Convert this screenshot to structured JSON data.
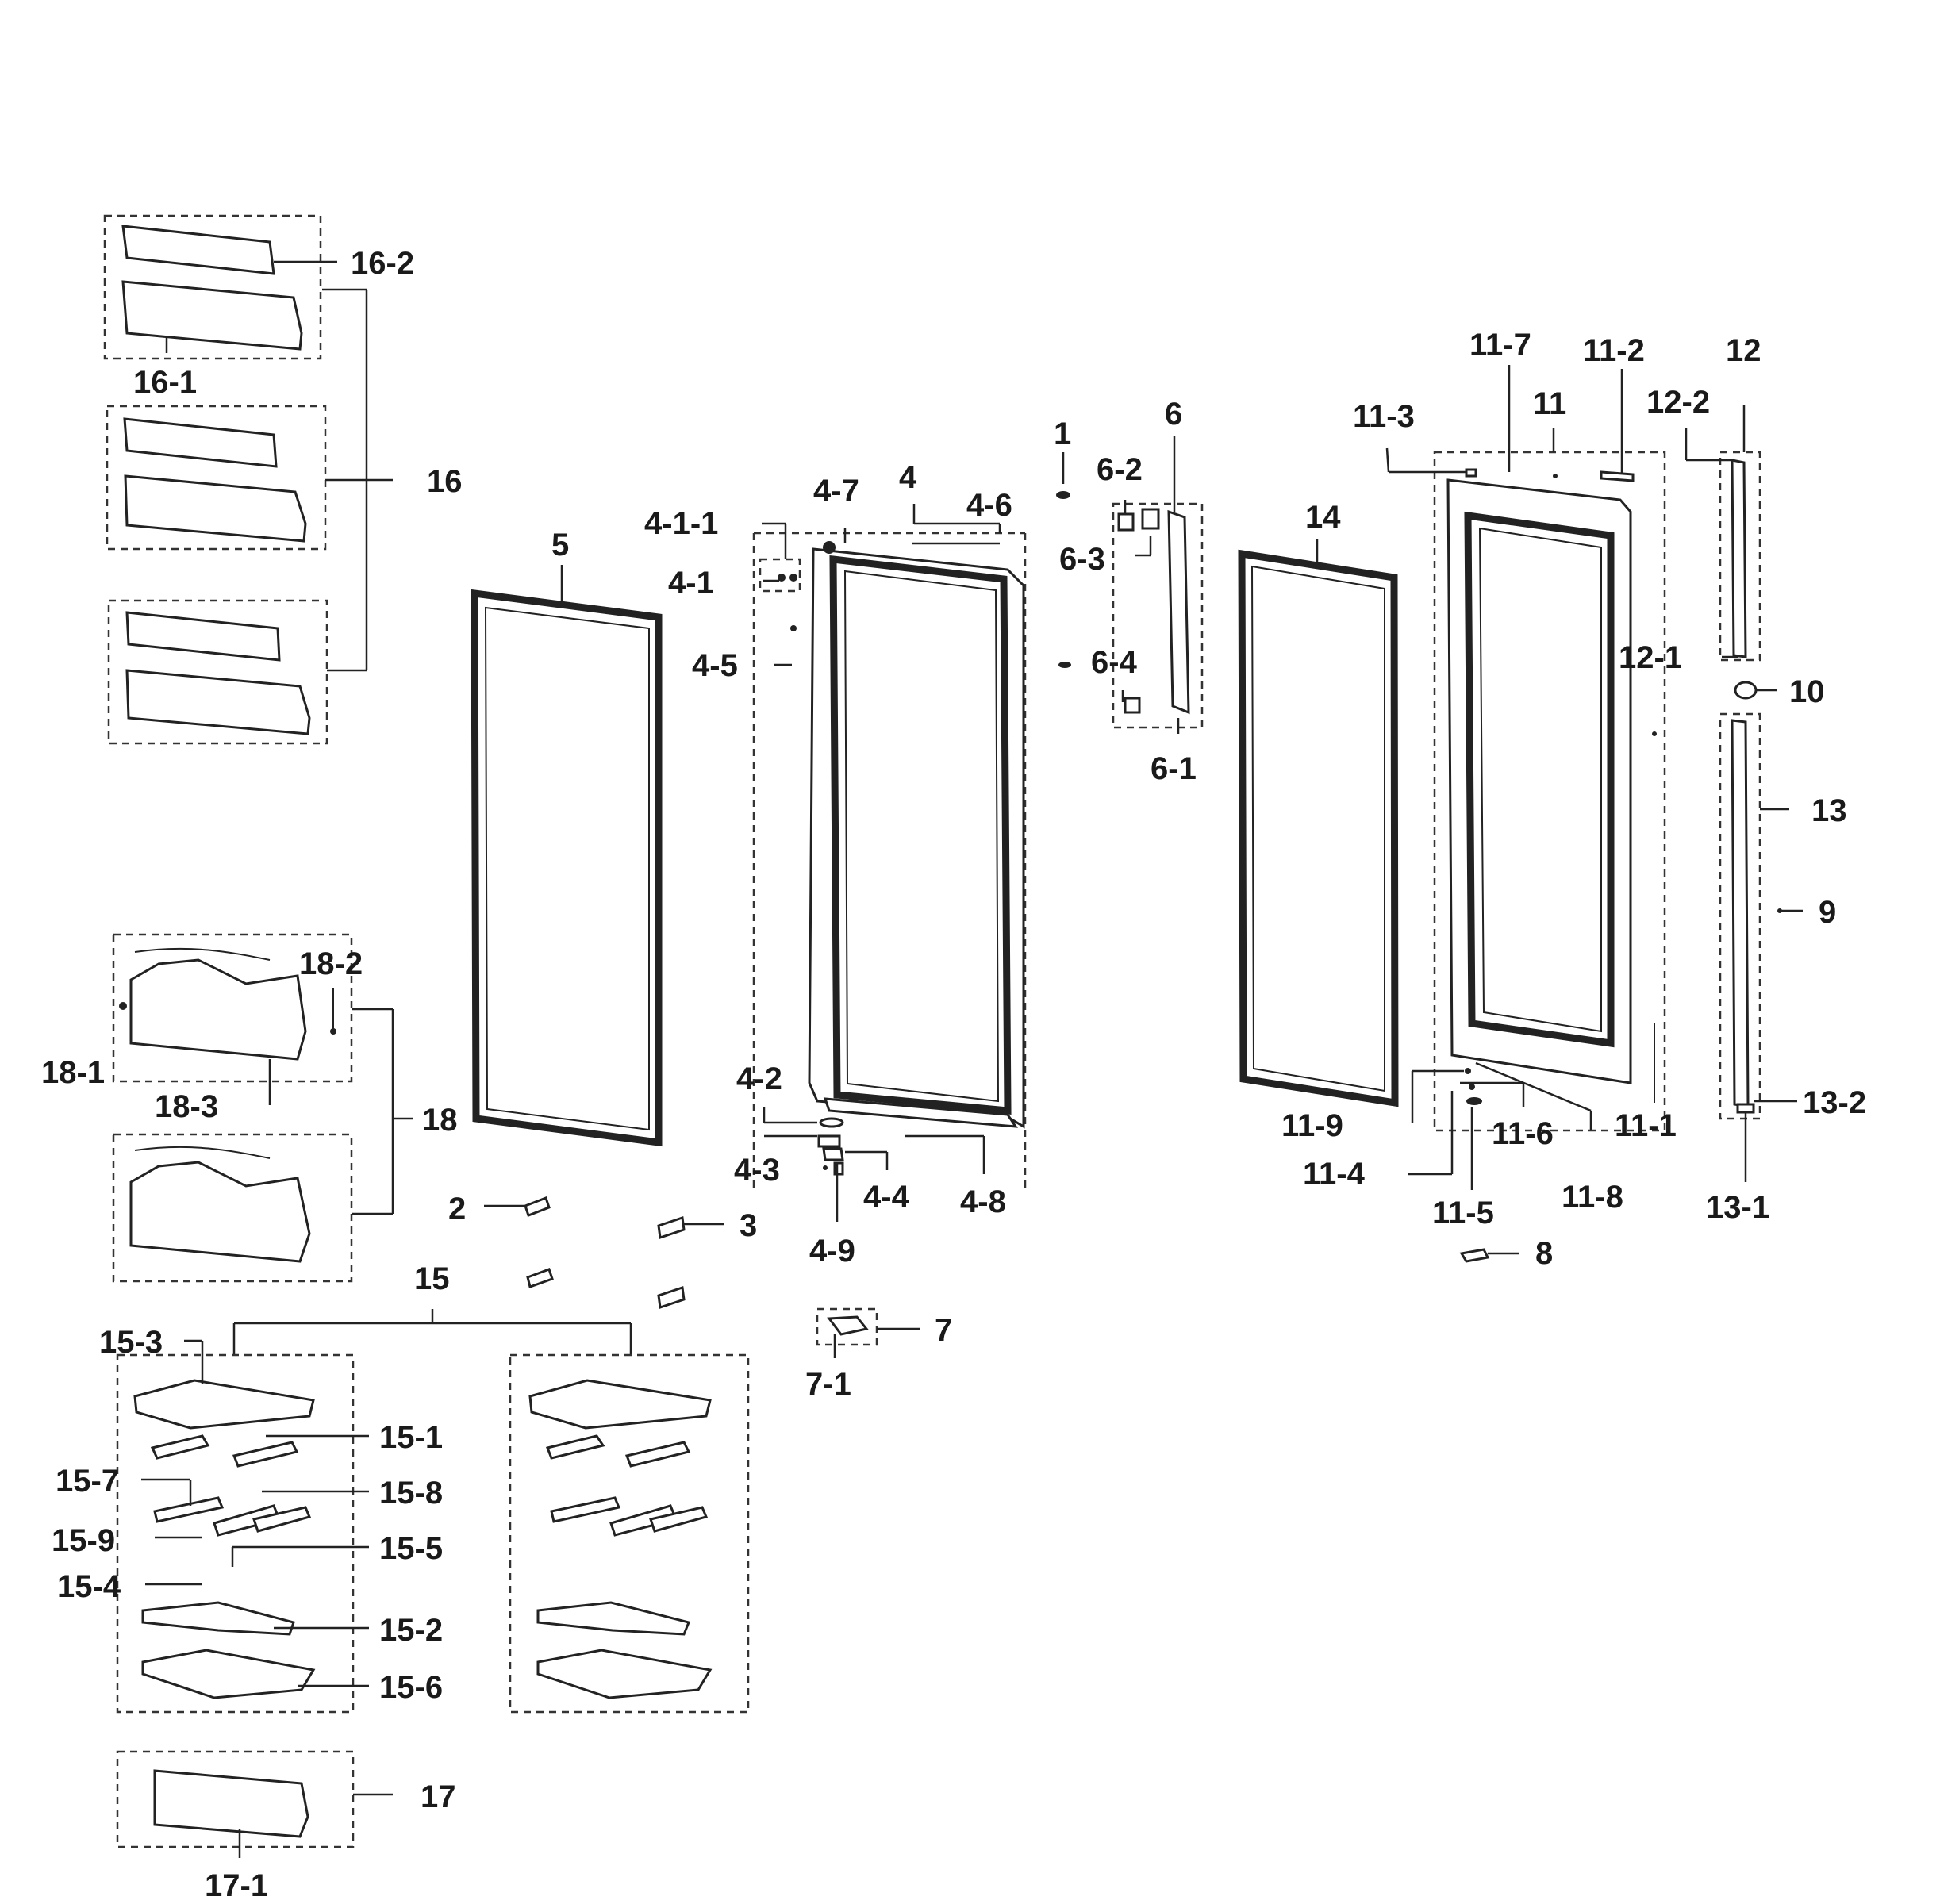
{
  "callouts": {
    "c1": "1",
    "c2": "2",
    "c3": "3",
    "c4": "4",
    "c4_1": "4-1",
    "c4_1_1": "4-1-1",
    "c4_2": "4-2",
    "c4_3": "4-3",
    "c4_4": "4-4",
    "c4_5": "4-5",
    "c4_6": "4-6",
    "c4_7": "4-7",
    "c4_8": "4-8",
    "c4_9": "4-9",
    "c5": "5",
    "c6": "6",
    "c6_1": "6-1",
    "c6_2": "6-2",
    "c6_3": "6-3",
    "c6_4": "6-4",
    "c7": "7",
    "c7_1": "7-1",
    "c8": "8",
    "c9": "9",
    "c10": "10",
    "c11": "11",
    "c11_1": "11-1",
    "c11_2": "11-2",
    "c11_3": "11-3",
    "c11_4": "11-4",
    "c11_5": "11-5",
    "c11_6": "11-6",
    "c11_7": "11-7",
    "c11_8": "11-8",
    "c11_9": "11-9",
    "c12": "12",
    "c12_1": "12-1",
    "c12_2": "12-2",
    "c13": "13",
    "c13_1": "13-1",
    "c13_2": "13-2",
    "c14": "14",
    "c15": "15",
    "c15_1": "15-1",
    "c15_2": "15-2",
    "c15_3": "15-3",
    "c15_4": "15-4",
    "c15_5": "15-5",
    "c15_6": "15-6",
    "c15_7": "15-7",
    "c15_8": "15-8",
    "c15_9": "15-9",
    "c16": "16",
    "c16_1": "16-1",
    "c16_2": "16-2",
    "c17": "17",
    "c17_1": "17-1",
    "c18": "18",
    "c18_1": "18-1",
    "c18_2": "18-2",
    "c18_3": "18-3"
  }
}
